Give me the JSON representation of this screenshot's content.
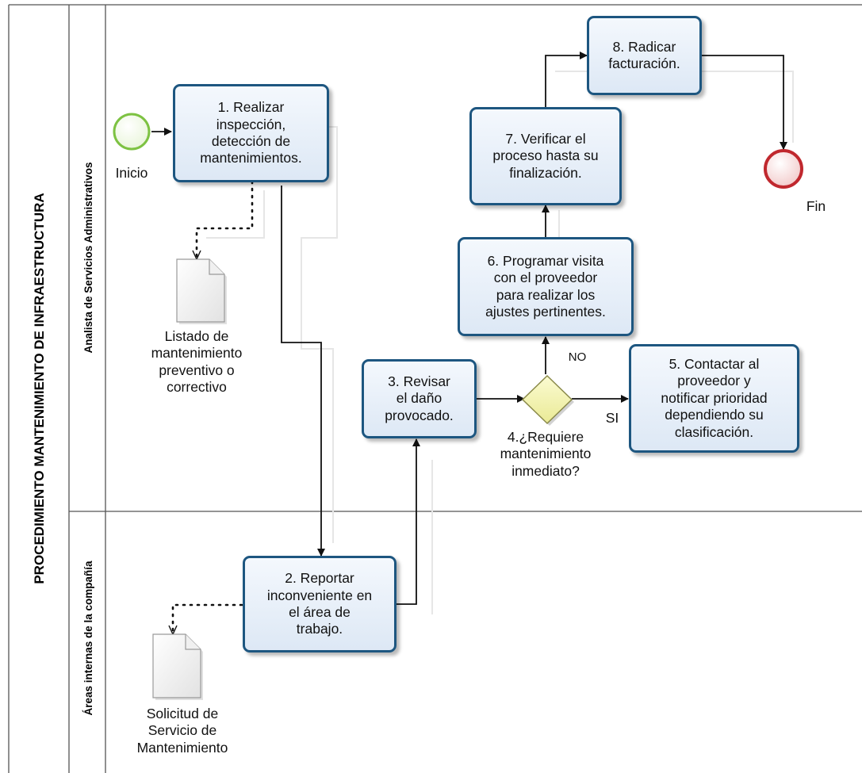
{
  "pool": {
    "title": "PROCEDIMIENTO MANTENIMIENTO DE INFRAESTRUCTURA"
  },
  "lanes": [
    {
      "id": "lane-analista",
      "label": "Analista de Servicios Administrativos"
    },
    {
      "id": "lane-areas",
      "label": "Áreas internas de la compañía"
    }
  ],
  "events": {
    "start": {
      "label": "Inicio",
      "color": "#7dc242"
    },
    "end": {
      "label": "Fin",
      "color": "#c0282e"
    }
  },
  "tasks": {
    "t1": {
      "lines": [
        "1. Realizar",
        "inspección,",
        "detección de",
        "mantenimientos."
      ]
    },
    "t2": {
      "lines": [
        "2. Reportar",
        "inconveniente en",
        "el área de",
        "trabajo."
      ]
    },
    "t3": {
      "lines": [
        "3. Revisar",
        "el daño",
        "provocado."
      ]
    },
    "t5": {
      "lines": [
        "5. Contactar al",
        "proveedor y",
        "notificar prioridad",
        "dependiendo su",
        "clasificación."
      ]
    },
    "t6": {
      "lines": [
        "6. Programar visita",
        "con el proveedor",
        "para realizar los",
        "ajustes pertinentes."
      ]
    },
    "t7": {
      "lines": [
        "7. Verificar el",
        "proceso hasta su",
        "finalización."
      ]
    },
    "t8": {
      "lines": [
        "8. Radicar",
        "facturación."
      ]
    }
  },
  "gateway": {
    "lines": [
      "4.¿Requiere",
      "mantenimiento",
      "inmediato?"
    ],
    "yes_label": "SI",
    "no_label": "NO",
    "color": "#f4f4b0"
  },
  "documents": {
    "d1": {
      "lines": [
        "Listado de",
        "mantenimiento",
        "preventivo o",
        "correctivo"
      ]
    },
    "d2": {
      "lines": [
        "Solicitud de",
        "Servicio de",
        "Mantenimiento"
      ]
    }
  },
  "colors": {
    "task_border": "#1d5680",
    "line": "#111111"
  }
}
